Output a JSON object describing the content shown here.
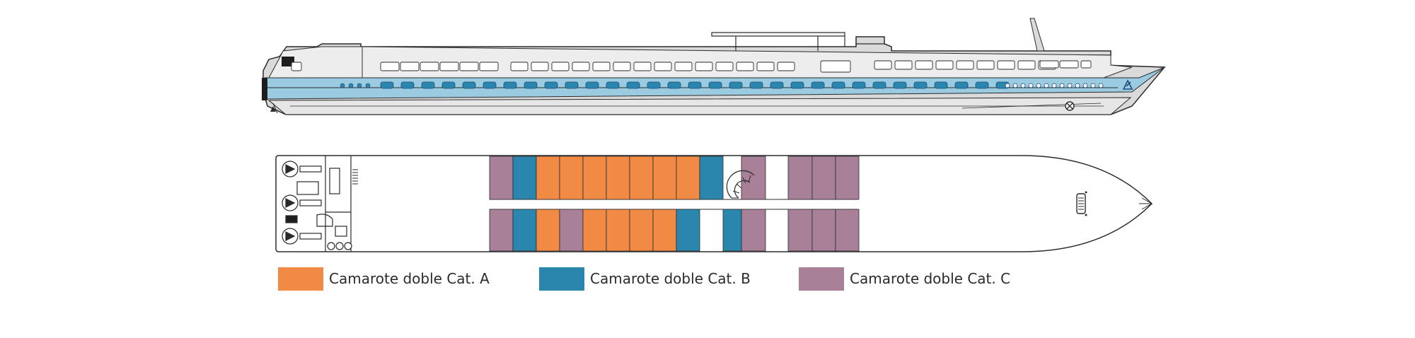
{
  "colors": {
    "cat_a": "#F08A44",
    "cat_b": "#2A86AC",
    "cat_c": "#A88098",
    "hull_band": "#9ACBE0",
    "hull_fill": "#DADADA",
    "outline": "#2b2b2b"
  },
  "legend": [
    {
      "key": "cat_a",
      "label": "Camarote doble Cat. A"
    },
    {
      "key": "cat_b",
      "label": "Camarote doble Cat. B"
    },
    {
      "key": "cat_c",
      "label": "Camarote doble Cat. C"
    }
  ],
  "deck_plan": {
    "upper_row": [
      "C",
      "B",
      "A",
      "A",
      "A",
      "A",
      "A",
      "A",
      "A",
      "B",
      "stair",
      "C",
      "corridor",
      "C",
      "C",
      "C"
    ],
    "lower_row": [
      "C",
      "B",
      "A",
      "C",
      "A",
      "A",
      "A",
      "A",
      "B",
      "gap",
      "B",
      "C",
      "corridor",
      "C",
      "C",
      "C"
    ]
  },
  "icons": [
    "propeller-icon",
    "spiral-staircase-icon",
    "wheelhouse-icon",
    "anchor-icon"
  ]
}
